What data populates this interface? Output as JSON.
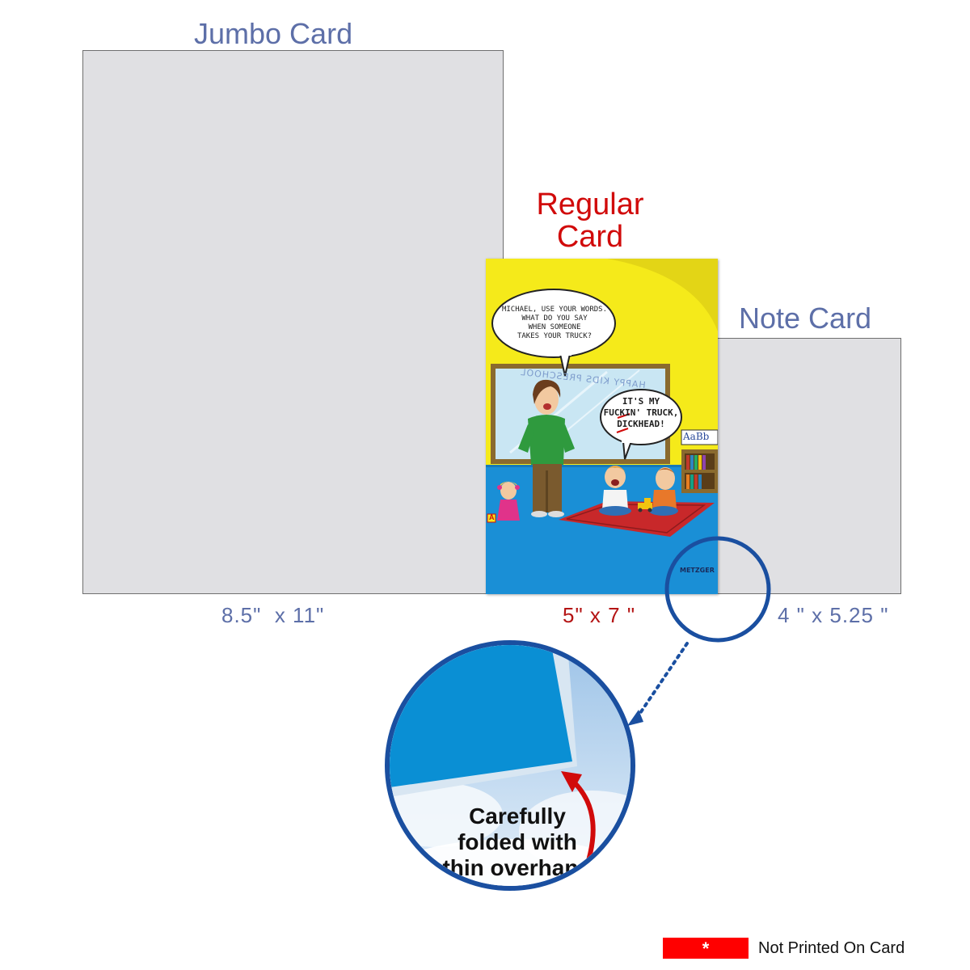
{
  "jumbo": {
    "title": "Jumbo Card",
    "size": "8.5\"  x 11\""
  },
  "regular": {
    "title": "Regular\nCard",
    "size": "5\" x 7 \""
  },
  "note": {
    "title": "Note Card",
    "size": "4 \" x 5.25 \""
  },
  "cartoon": {
    "teacher_bubble": "MICHAEL, USE YOUR WORDS.\nWHAT DO YOU SAY\nWHEN SOMEONE\nTAKES YOUR TRUCK?",
    "kid_bubble_line1": "IT'S MY",
    "kid_bubble_line2": "FUCKIN' TRUCK,",
    "kid_bubble_line3": "DICKHEAD!",
    "banner": "HAPPY KIDS PRESCHOOL",
    "alphabet": "AaBb",
    "signature": "METZGER",
    "block_letter": "A"
  },
  "callout_text": "Carefully\nfolded with\nthin overhang\nfor easy\nopening.",
  "legend": {
    "label": "Not Printed On Card",
    "symbol": "*"
  },
  "colors": {
    "sheet": "#e0e0e3",
    "blue_label": "#5d6fa8",
    "red_label": "#d10a0a",
    "circle_ring": "#1a4fa0",
    "card_blue": "#1a8fd6",
    "card_yellow": "#f5ea1a"
  }
}
